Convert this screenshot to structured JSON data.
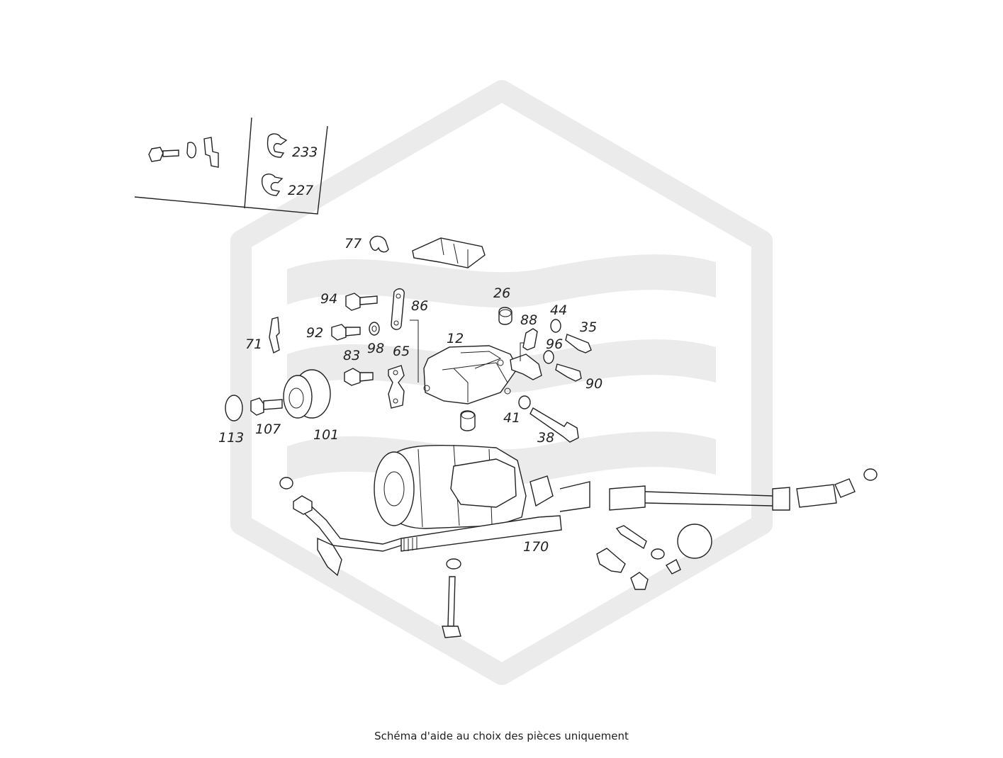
{
  "callouts": {
    "c233": "233",
    "c227": "227",
    "c77": "77",
    "c94": "94",
    "c86": "86",
    "c26": "26",
    "c92": "92",
    "c98": "98",
    "c88": "88",
    "c44": "44",
    "c35": "35",
    "c12": "12",
    "c71": "71",
    "c83": "83",
    "c65": "65",
    "c96": "96",
    "c90": "90",
    "c113": "113",
    "c107": "107",
    "c101": "101",
    "c41": "41",
    "c38": "38",
    "c170": "170"
  },
  "caption": "Schéma d'aide au choix des pièces uniquement",
  "colors": {
    "watermark": "#ebebeb",
    "ink": "#222222"
  }
}
